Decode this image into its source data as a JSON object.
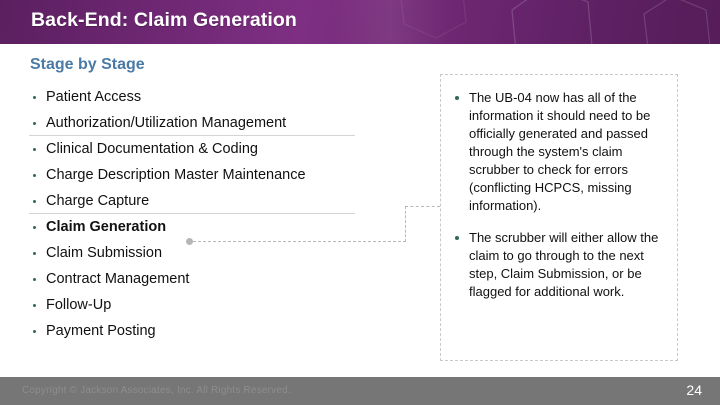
{
  "slide": {
    "title": "Back-End: Claim Generation",
    "subtitle": "Stage by Stage"
  },
  "colors": {
    "header_purple_dark": "#5b1f5f",
    "header_purple_light": "#7e2f83",
    "subtitle_blue": "#4a7aa5",
    "bullet_green": "#2f6b4f",
    "footer_gray": "#767676",
    "connector_gray": "#b8b8b8",
    "panel_border_gray": "#c9c9c9"
  },
  "stages": [
    {
      "label": "Patient Access",
      "current": false,
      "separator_after": false
    },
    {
      "label": "Authorization/Utilization Management",
      "current": false,
      "separator_after": true
    },
    {
      "label": "Clinical Documentation & Coding",
      "current": false,
      "separator_after": false
    },
    {
      "label": "Charge Description Master Maintenance",
      "current": false,
      "separator_after": false
    },
    {
      "label": "Charge Capture",
      "current": false,
      "separator_after": true
    },
    {
      "label": "Claim Generation",
      "current": true,
      "separator_after": false
    },
    {
      "label": "Claim Submission",
      "current": false,
      "separator_after": false
    },
    {
      "label": "Contract Management",
      "current": false,
      "separator_after": false
    },
    {
      "label": "Follow-Up",
      "current": false,
      "separator_after": false
    },
    {
      "label": "Payment Posting",
      "current": false,
      "separator_after": false
    }
  ],
  "info_panel": {
    "items": [
      "The UB-04 now has all of the information it should need to be officially generated and passed through the system's claim scrubber to check for errors (conflicting HCPCS, missing information).",
      "The scrubber will either allow the claim to go through to the next step, Claim Submission, or be flagged for additional work."
    ]
  },
  "footer": {
    "copyright": "Copyright © Jackson Associates, Inc. All Rights Reserved.",
    "page_number": "24"
  }
}
